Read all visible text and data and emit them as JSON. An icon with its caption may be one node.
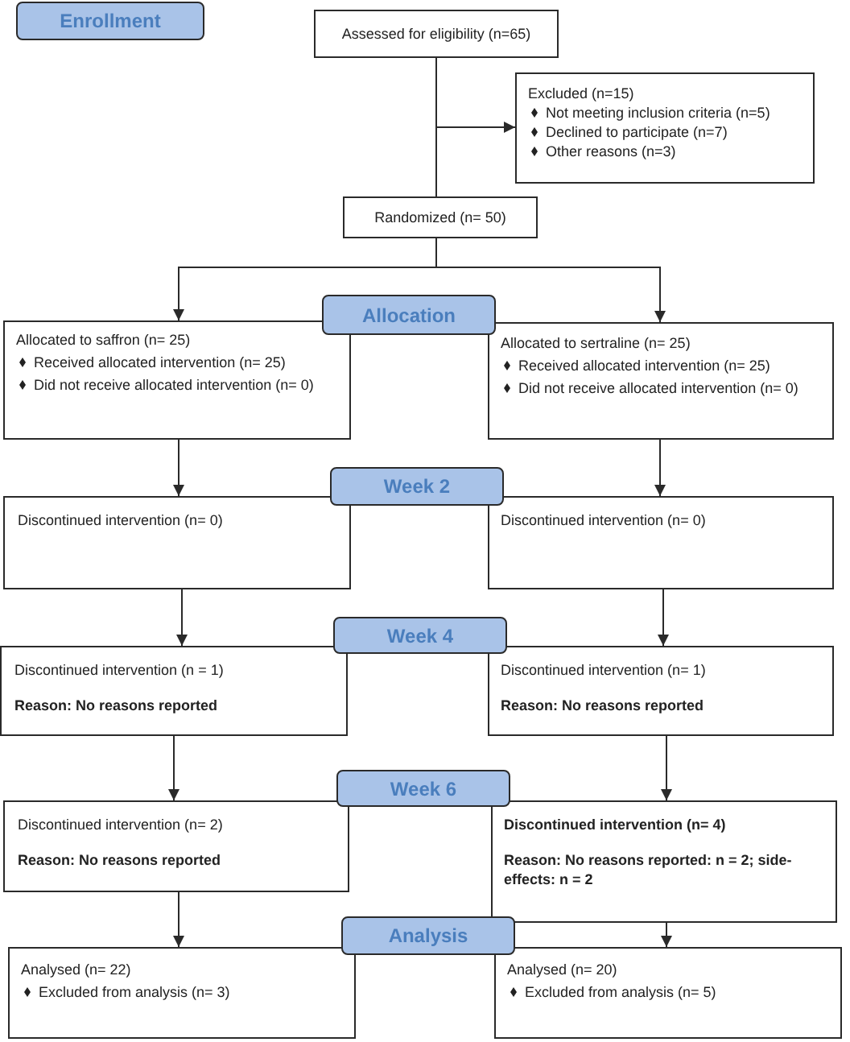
{
  "diagram": {
    "nodes": [
      {
        "text": [
          "Enrollment"
        ]
      },
      {
        "text": [
          "Assessed for eligibility (n=65)"
        ]
      },
      {
        "text": [
          "Excluded (n=15)",
          "Not meeting inclusion criteria (n=5)",
          "Declined to participate (n=7)",
          "Other reasons (n=3)"
        ]
      },
      {
        "text": [
          "Randomized (n= 50)"
        ]
      },
      {
        "text": [
          "Allocation"
        ]
      },
      {
        "text": [
          "Allocated to saffron (n= 25)",
          "Received allocated intervention (n= 25)",
          "Did not receive allocated intervention (n= 0)"
        ]
      },
      {
        "text": [
          "Allocated to sertraline (n= 25)",
          "Received allocated intervention (n= 25)",
          "Did not receive allocated intervention (n= 0)"
        ]
      },
      {
        "text": [
          "Week 2"
        ]
      },
      {
        "text": [
          "Discontinued intervention (n= 0)"
        ]
      },
      {
        "text": [
          "Discontinued intervention (n= 0)"
        ]
      },
      {
        "text": [
          "Week 4"
        ]
      },
      {
        "text": [
          "Discontinued intervention (n = 1)",
          "Reason: No reasons reported"
        ]
      },
      {
        "text": [
          "Discontinued intervention (n= 1)",
          "Reason: No reasons reported"
        ]
      },
      {
        "text": [
          "Week 6"
        ]
      },
      {
        "text": [
          "Discontinued intervention (n= 2)",
          "Reason: No reasons reported"
        ]
      },
      {
        "text": [
          "Discontinued intervention (n= 4)",
          "Reason: No reasons reported: n = 2; side-effects: n = 2"
        ]
      },
      {
        "text": [
          "Analysis"
        ]
      },
      {
        "text": [
          "Analysed (n= 22)",
          "Excluded from analysis (n= 3)"
        ]
      },
      {
        "text": [
          "Analysed (n= 20)",
          "Excluded from analysis (n= 5)"
        ]
      }
    ],
    "edges": [
      {
        "from": 1,
        "to": 2,
        "arrow": "to"
      },
      {
        "from": 1,
        "to": 3,
        "arrow": "none"
      },
      {
        "from": 3,
        "to": 5,
        "arrow": "to"
      },
      {
        "from": 3,
        "to": 6,
        "arrow": "to"
      },
      {
        "from": 5,
        "to": 8,
        "arrow": "to"
      },
      {
        "from": 6,
        "to": 9,
        "arrow": "to"
      },
      {
        "from": 8,
        "to": 11,
        "arrow": "to"
      },
      {
        "from": 9,
        "to": 12,
        "arrow": "to"
      },
      {
        "from": 11,
        "to": 14,
        "arrow": "to"
      },
      {
        "from": 12,
        "to": 15,
        "arrow": "to"
      },
      {
        "from": 14,
        "to": 17,
        "arrow": "to"
      },
      {
        "from": 15,
        "to": 18,
        "arrow": "to"
      }
    ]
  }
}
